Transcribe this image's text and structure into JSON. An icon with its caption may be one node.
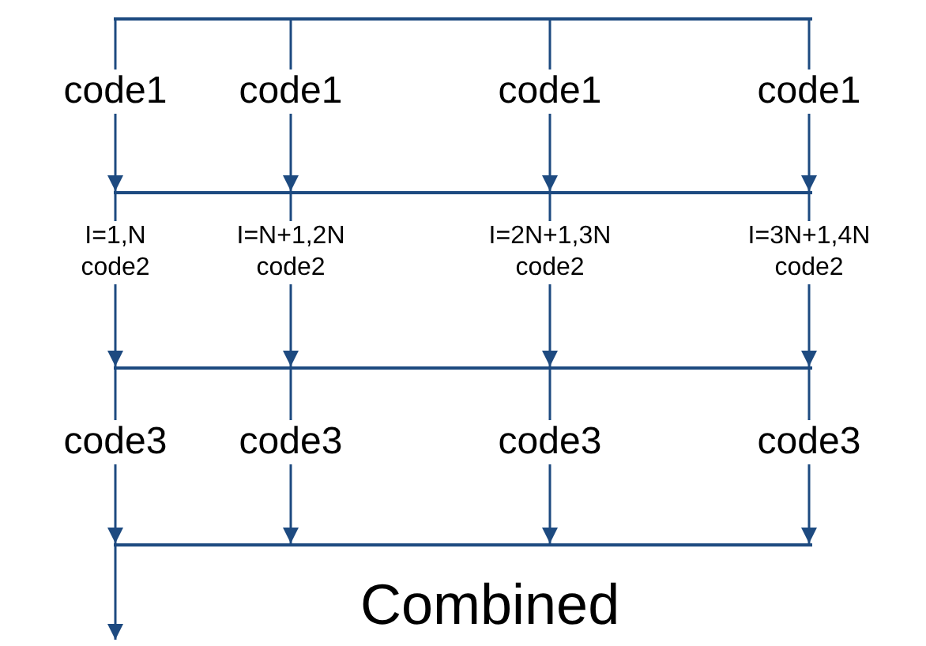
{
  "diagram": {
    "nodes": [
      {
        "text": [],
        "shape": "bar"
      },
      {
        "text": [],
        "shape": "bar"
      },
      {
        "text": [],
        "shape": "bar"
      },
      {
        "text": [],
        "shape": "bar"
      }
    ],
    "edges": [
      {
        "from": 0,
        "to": 1,
        "arrow": "to",
        "label": "code1"
      },
      {
        "from": 0,
        "to": 1,
        "arrow": "to",
        "label": "code1"
      },
      {
        "from": 0,
        "to": 1,
        "arrow": "to",
        "label": "code1"
      },
      {
        "from": 0,
        "to": 1,
        "arrow": "to",
        "label": "code1"
      },
      {
        "from": 1,
        "to": 2,
        "arrow": "to",
        "label": "I=1,N code2"
      },
      {
        "from": 1,
        "to": 2,
        "arrow": "to",
        "label": "I=N+1,2N code2"
      },
      {
        "from": 1,
        "to": 2,
        "arrow": "to",
        "label": "I=2N+1,3N code2"
      },
      {
        "from": 1,
        "to": 2,
        "arrow": "to",
        "label": "I=3N+1,4N code2"
      },
      {
        "from": 2,
        "to": 3,
        "arrow": "to",
        "label": "code3"
      },
      {
        "from": 2,
        "to": 3,
        "arrow": "to",
        "label": "code3"
      },
      {
        "from": 2,
        "to": 3,
        "arrow": "to",
        "label": "code3"
      },
      {
        "from": 2,
        "to": 3,
        "arrow": "to",
        "label": "code3"
      },
      {
        "from": 3,
        "to": null,
        "arrow": "to"
      }
    ],
    "labels": [
      "Combined"
    ]
  }
}
